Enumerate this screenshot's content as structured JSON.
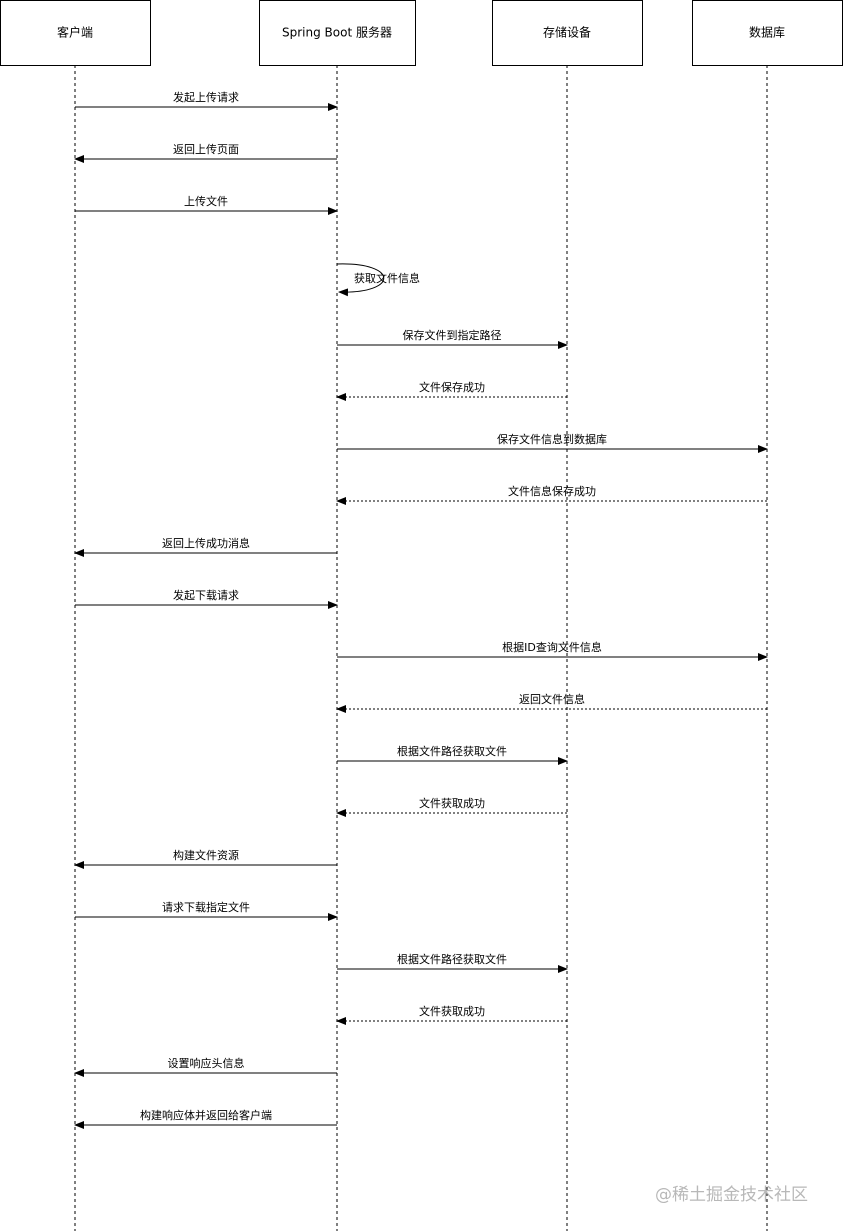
{
  "participants": [
    {
      "id": "client",
      "label": "客户端"
    },
    {
      "id": "server",
      "label": "Spring Boot 服务器"
    },
    {
      "id": "storage",
      "label": "存储设备"
    },
    {
      "id": "db",
      "label": "数据库"
    }
  ],
  "messages": [
    {
      "from": "client",
      "to": "server",
      "label": "发起上传请求",
      "style": "solid"
    },
    {
      "from": "server",
      "to": "client",
      "label": "返回上传页面",
      "style": "solid"
    },
    {
      "from": "client",
      "to": "server",
      "label": "上传文件",
      "style": "solid"
    },
    {
      "from": "server",
      "to": "server",
      "label": "获取文件信息",
      "style": "self"
    },
    {
      "from": "server",
      "to": "storage",
      "label": "保存文件到指定路径",
      "style": "solid"
    },
    {
      "from": "storage",
      "to": "server",
      "label": "文件保存成功",
      "style": "dashed"
    },
    {
      "from": "server",
      "to": "db",
      "label": "保存文件信息到数据库",
      "style": "solid"
    },
    {
      "from": "db",
      "to": "server",
      "label": "文件信息保存成功",
      "style": "dashed"
    },
    {
      "from": "server",
      "to": "client",
      "label": "返回上传成功消息",
      "style": "solid"
    },
    {
      "from": "client",
      "to": "server",
      "label": "发起下载请求",
      "style": "solid"
    },
    {
      "from": "server",
      "to": "db",
      "label": "根据ID查询文件信息",
      "style": "solid"
    },
    {
      "from": "db",
      "to": "server",
      "label": "返回文件信息",
      "style": "dashed"
    },
    {
      "from": "server",
      "to": "storage",
      "label": "根据文件路径获取文件",
      "style": "solid"
    },
    {
      "from": "storage",
      "to": "server",
      "label": "文件获取成功",
      "style": "dashed"
    },
    {
      "from": "server",
      "to": "client",
      "label": "构建文件资源",
      "style": "solid"
    },
    {
      "from": "client",
      "to": "server",
      "label": "请求下载指定文件",
      "style": "solid"
    },
    {
      "from": "server",
      "to": "storage",
      "label": "根据文件路径获取文件",
      "style": "solid"
    },
    {
      "from": "storage",
      "to": "server",
      "label": "文件获取成功",
      "style": "dashed"
    },
    {
      "from": "server",
      "to": "client",
      "label": "设置响应头信息",
      "style": "solid"
    },
    {
      "from": "server",
      "to": "client",
      "label": "构建响应体并返回给客户端",
      "style": "solid"
    }
  ],
  "watermark": "@稀土掘金技术社区",
  "colors": {
    "line": "#000000",
    "background": "#ffffff",
    "watermark": "#b8b8b8"
  }
}
